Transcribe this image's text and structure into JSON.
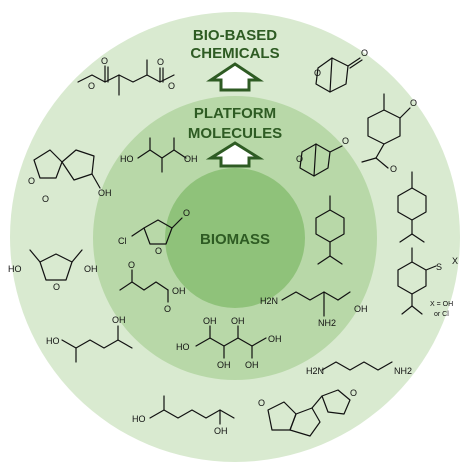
{
  "rings": {
    "outer": {
      "label_line1": "BIO-BASED",
      "label_line2": "CHEMICALS",
      "color": "#d9ead0"
    },
    "middle": {
      "label_line1": "PLATFORM",
      "label_line2": "MOLECULES",
      "color": "#b8d8a8"
    },
    "inner": {
      "label": "BIOMASS",
      "color": "#8fc27a"
    }
  },
  "colors": {
    "title": "#2e5b23",
    "arrow": "#2e5b23"
  },
  "atoms": {
    "OH": "OH",
    "HO": "HO",
    "O": "O",
    "Cl": "Cl",
    "S": "S",
    "X": "X",
    "H2N": "H2N",
    "NH2": "NH2",
    "H2N_chain": "H2N",
    "NH2_chain": "NH2"
  },
  "notes": {
    "x_def_line1": "X = OH",
    "x_def_line2": "or Cl"
  }
}
